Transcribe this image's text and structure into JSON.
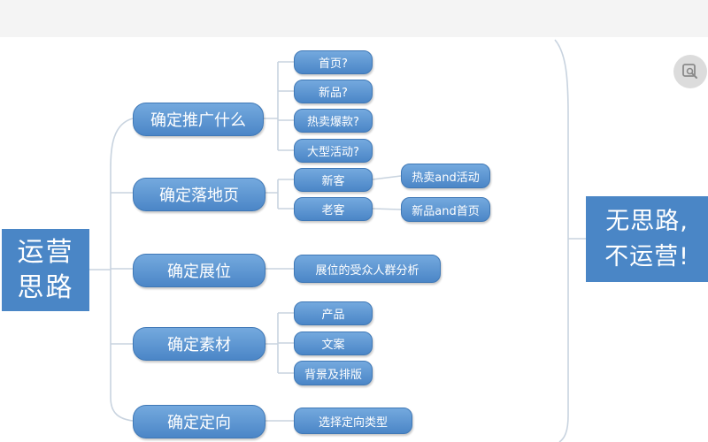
{
  "mindmap": {
    "root": {
      "line1": "运营",
      "line2": "思路"
    },
    "branches": [
      {
        "label": "确定推广什么",
        "children": [
          "首页?",
          "新品?",
          "热卖爆款?",
          "大型活动?"
        ]
      },
      {
        "label": "确定落地页",
        "children": [
          "新客",
          "老客"
        ],
        "grandchildren": [
          "热卖and活动",
          "新品and首页"
        ]
      },
      {
        "label": "确定展位",
        "children": [
          "展位的受众人群分析"
        ]
      },
      {
        "label": "确定素材",
        "children": [
          "产品",
          "文案",
          "背景及排版"
        ]
      },
      {
        "label": "确定定向",
        "children": [
          "选择定向类型"
        ]
      }
    ]
  },
  "slogan": {
    "line1": "无思路,",
    "line2": "不运营!"
  },
  "colors": {
    "node_fill": "#4a86c6",
    "connector": "#c8d3df"
  },
  "icons": {
    "zoom": "zoom-icon"
  }
}
